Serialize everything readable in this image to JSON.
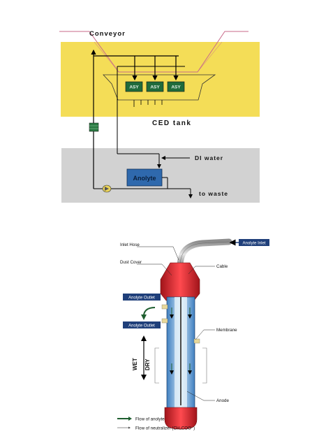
{
  "top_diagram": {
    "conveyor_label": "Conveyor",
    "asy_labels": [
      "ASY",
      "ASY",
      "ASY"
    ],
    "ced_tank_label": "CED tank",
    "di_water_label": "DI water",
    "anolyte_label": "Anolyte",
    "to_waste_label": "to waste",
    "colors": {
      "tank_yellow": "#f4dd57",
      "lower_gray": "#d2d2d2",
      "asy_green": "#1f6b3b",
      "anolyte_blue": "#2f69ad",
      "conveyor_pink": "#c86a8a"
    }
  },
  "bottom_diagram": {
    "inlet_hose": "Inlet Hose",
    "anolyte_inlet": "Anolyte Inlet",
    "dust_cover": "Dust Cover",
    "cable": "Cable",
    "anolyte_outlet_1": "Anolyte Outlet",
    "anolyte_outlet_2": "Anolyte Outlet",
    "membrane": "Membrane",
    "wet": "WET",
    "dry": "DRY",
    "anode": "Anode",
    "legend": {
      "flow_anolyte": "Flow of anolyte",
      "flow_neutralizer": "Flow of neutralizer (CH₃COO⁻)"
    },
    "colors": {
      "cap_red": "#d51f26",
      "tube_blue": "#7db3e0",
      "label_navy": "#1f3f7a"
    }
  }
}
